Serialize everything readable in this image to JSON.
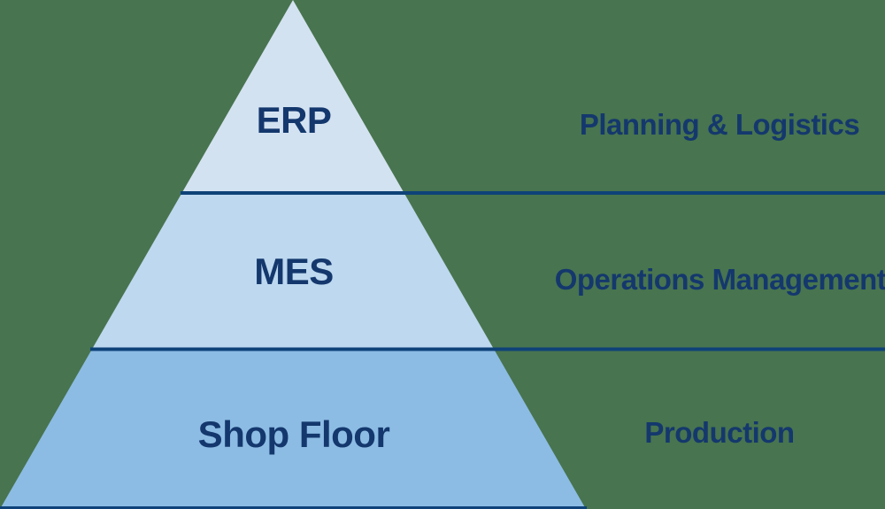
{
  "colors": {
    "background": "#48744F",
    "text": "#14386D",
    "line": "#0E4278",
    "erp_fill": "#D3E2F1",
    "mes_fill": "#BDD8EF",
    "shop_floor_fill": "#8CBCE4"
  },
  "pyramid": {
    "levels": [
      {
        "id": "erp",
        "label": "ERP",
        "side_label": "Planning & Logistics"
      },
      {
        "id": "mes",
        "label": "MES",
        "side_label": "Operations Management"
      },
      {
        "id": "shop-floor",
        "label": "Shop Floor",
        "side_label": "Production"
      }
    ]
  }
}
